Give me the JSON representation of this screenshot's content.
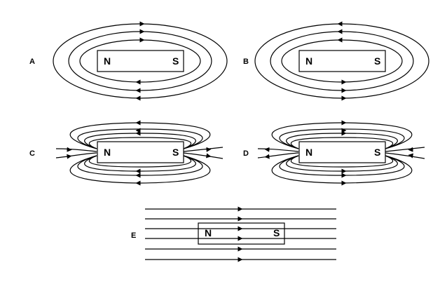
{
  "panels": [
    {
      "id": "A",
      "label": "A",
      "north": "N",
      "south": "S"
    },
    {
      "id": "B",
      "label": "B",
      "north": "N",
      "south": "S"
    },
    {
      "id": "C",
      "label": "C",
      "north": "N",
      "south": "S"
    },
    {
      "id": "D",
      "label": "D",
      "north": "N",
      "south": "S"
    },
    {
      "id": "E",
      "label": "E",
      "north": "N",
      "south": "S"
    }
  ]
}
